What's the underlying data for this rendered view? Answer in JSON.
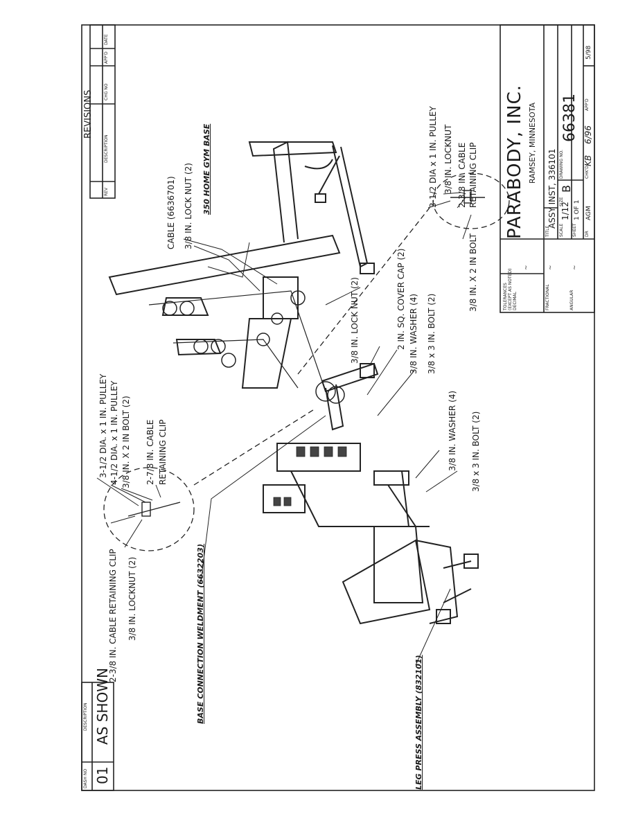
{
  "revisions": {
    "title": "REVISIONS",
    "col_rev": "REV",
    "col_description": "DESCRIPTION",
    "col_chg_no": "CHG NO",
    "col_appd": "APP'D",
    "col_date": "DATE"
  },
  "title_block": {
    "company": "PARABODY, INC.",
    "location": "RAMSEY, MINNESOTA",
    "title_label": "TITLE",
    "title": "ASSY INST, 336101",
    "tolerances": "TOLERANCES",
    "tolerances_note": "(EXCEPT AS NOTED)",
    "decimal_label": "DECIMAL",
    "fractional_label": "FRACTIONAL",
    "angular_label": "ANGULAR",
    "tilde": "~",
    "scale_label": "SCALE",
    "scale": "1/12",
    "size_label": "SIZE",
    "size": "B",
    "drawing_no_label": "DRAWING NO.",
    "drawing_no": "66381",
    "sheet_label": "SHEET",
    "sheet": "1 OF 1",
    "dr_label": "DR",
    "dr": "AGM",
    "chkd_label": "CHK'D",
    "chkd": "KB",
    "appd_label": "APP'D",
    "date": "5/98",
    "handwritten_date": "6/96"
  },
  "dash_block": {
    "col_dash": "DASH NO",
    "col_description": "DESCRIPTION",
    "dash_no": "01",
    "description": "AS SHOWN"
  },
  "labels": {
    "cable": "CABLE (6636701)",
    "lock_nut_top": "3/8 IN. LOCK NUT (2)",
    "home_gym_base": "350 HOME GYM BASE",
    "r_pulley": "3-1/2 DIA x 1 IN. PULLEY",
    "r_locknut": "3/8 IN. LOCKNUT",
    "r_clip_1": "2-3/8 IN. CABLE",
    "r_clip_2": "RETAINING CLIP",
    "r_bolt": "3/8 IN. X 2 IN BOLT",
    "lock_nut_mid": "3/8 IN. LOCK NUT (2)",
    "cover_cap": "2 IN. SQ. COVER CAP (2)",
    "washer_mid": "3/8 IN. WASHER (4)",
    "bolt_mid": "3/8 x 3 IN. BOLT (2)",
    "washer_low": "3/8 IN. WASHER (4)",
    "bolt_low": "3/8 x 3 IN. BOLT (2)",
    "l_pulley_1": "3-1/2 DIA. x 1 IN. PULLEY",
    "l_pulley_2": "4-1/2 DIA. x 1 IN. PULLEY",
    "l_bolt": "3/8 IN. X 2 IN BOLT (2)",
    "l_clip_1": "2-7/8 IN. CABLE",
    "l_clip_2": "RETAINING CLIP",
    "l_retaining": "2-3/8 IN. CABLE RETAINING CLIP",
    "l_locknut": "3/8 IN. LOCKNUT (2)",
    "base_weldment": "BASE CONNECTION WELDMENT (6632203)",
    "leg_press": "LEG PRESS ASSEMBLY (832101)"
  }
}
